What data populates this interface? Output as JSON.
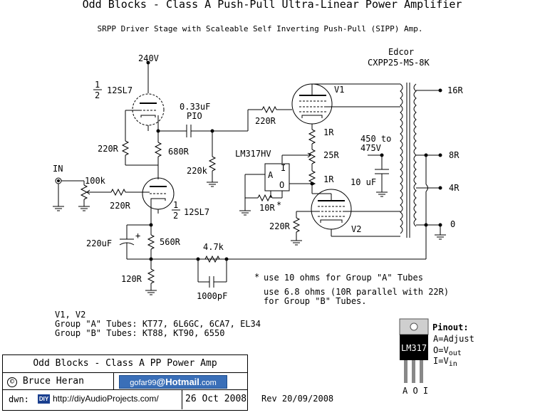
{
  "header": {
    "title": "Odd Blocks - Class A Push-Pull Ultra-Linear Power Amplifier",
    "subtitle": "SRPP Driver Stage with Scaleable Self Inverting Push-Pull (SIPP) Amp."
  },
  "labels": {
    "b_plus": "240V",
    "tube_top_half": "1",
    "tube_top_two": "2",
    "tube_top": "12SL7",
    "tube_bot_half": "1",
    "tube_bot_two": "2",
    "tube_bot": "12SL7",
    "cap_coupling_val": "0.33uF",
    "cap_coupling_type": "PIO",
    "r_220_top": "220R",
    "r_680": "680R",
    "r_220k": "220k",
    "r_220_grid": "220R",
    "in_label": "IN",
    "pot_100k": "100k",
    "r_220_left": "220R",
    "cap_220uf": "220uF",
    "r_560": "560R",
    "r_120": "120R",
    "r_47k": "4.7k",
    "cap_1000pf": "1000pF",
    "v1": "V1",
    "v2": "V2",
    "r_1r_top": "1R",
    "r_25r": "25R",
    "r_1r_bot": "1R",
    "reg": "LM317HV",
    "reg_a": "A",
    "reg_i": "I",
    "reg_o": "O",
    "r_10r": "10R",
    "asterisk": "*",
    "v450a": "450 to",
    "v450b": "475V",
    "cap_10uf": "10 uF",
    "r_220_v2": "220R",
    "trans_make": "Edcor",
    "trans_model": "CXPP25-MS-8K",
    "tap_16": "16R",
    "tap_8": "8R",
    "tap_4": "4R",
    "tap_0": "0"
  },
  "notes": {
    "star": "*",
    "note1": "use 10 ohms for Group \"A\" Tubes",
    "note2": "use 6.8 ohms (10R parallel with 22R)",
    "note3": "for Group \"B\" Tubes.",
    "tubes1": "V1, V2",
    "tubes2": "Group \"A\" Tubes: KT77, 6L6GC, 6CA7, EL34",
    "tubes3": "Group \"B\" Tubes: KT88, KT90, 6550"
  },
  "pinout": {
    "title": "Pinout:",
    "chip": "LM317",
    "a_line": "A=Adjust",
    "o_line_pre": "O=V",
    "o_line_sub": "out",
    "i_line_pre": "I=V",
    "i_line_sub": "in",
    "pins": "A O I"
  },
  "title_block": {
    "name": "Odd Blocks - Class A PP Power Amp",
    "copyright_symbol": "©",
    "author": "Bruce Heran",
    "email_user": "gofar99",
    "email_at": "@",
    "email_domain": "Hotmail",
    "email_tld": ".com",
    "dwn_label": "dwn:",
    "diy_badge": "DIY",
    "url": "http://diyAudioProjects.com/",
    "date": "26 Oct 2008"
  },
  "revision": "Rev 20/09/2008",
  "colors": {
    "ink": "#000000",
    "email_bg": "#3a6fb8",
    "diy_bg": "#1a3f8f"
  }
}
